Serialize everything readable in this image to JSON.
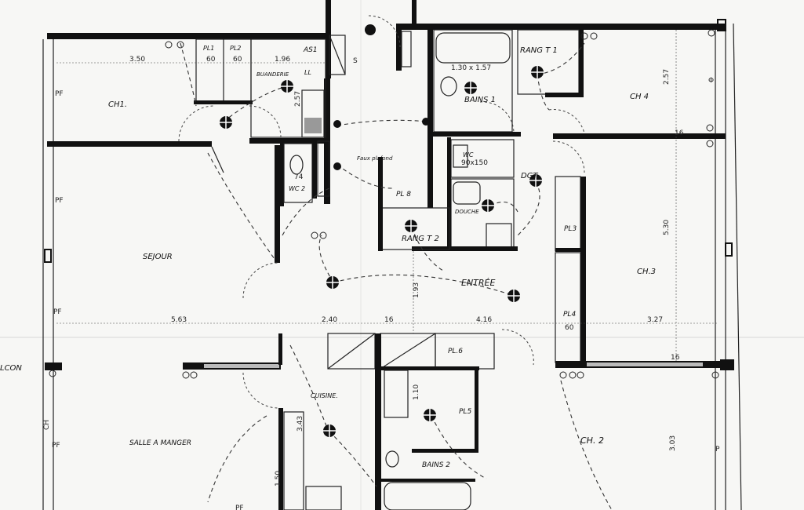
{
  "rooms": {
    "ch1": "CH1.",
    "sejour": "SEJOUR",
    "salle_a_manger": "SALLE A MANGER",
    "ch4": "CH 4",
    "ch3": "CH.3",
    "ch2": "CH. 2",
    "bains1": "BAINS 1",
    "bains2": "BAINS 2",
    "rang1": "RANG T 1",
    "rang2": "RANG T 2",
    "entree": "ENTRÉE",
    "cuisine": "CUISINE.",
    "douche": "DOUCHE",
    "wc2": "WC 2",
    "wc": "WC",
    "dgt": "DGT",
    "buanderie": "BUANDERIE",
    "balcon": "LCON"
  },
  "placards": {
    "pl1": "PL1",
    "pl2": "PL2",
    "pl3": "PL3",
    "pl4": "PL4",
    "pl5": "PL5",
    "pl6": "PL.6",
    "pl8": "PL 8",
    "as1": "AS1",
    "ll": "LL"
  },
  "dimensions": {
    "d_3_50": "3.50",
    "d_60a": "60",
    "d_60b": "60",
    "d_1_96": "1.96",
    "d_2_57": "2.57",
    "d_5_63": "5.63",
    "d_2_40": "2.40",
    "d_16a": "16",
    "d_4_16": "4.16",
    "d_60c": "60",
    "d_3_27": "3.27",
    "d_1_93": "1.93",
    "d_5_30": "5.30",
    "d_3_43": "3.43",
    "d_1_50": "1.50",
    "d_1_10": "1.10",
    "d_3_03": "3.03",
    "d_2_57b": "2.57",
    "d_1_30x1_57": "1.30 x 1.57",
    "d_90x150": "90x150",
    "d_74": "74",
    "d_16b": "16",
    "d_16c": "16"
  },
  "symbols": {
    "pf": "PF",
    "p": "P",
    "phi": "Φ",
    "s": "S",
    "ch_label": "CH"
  },
  "notes": {
    "faux_plafond": "Faux plafond"
  }
}
